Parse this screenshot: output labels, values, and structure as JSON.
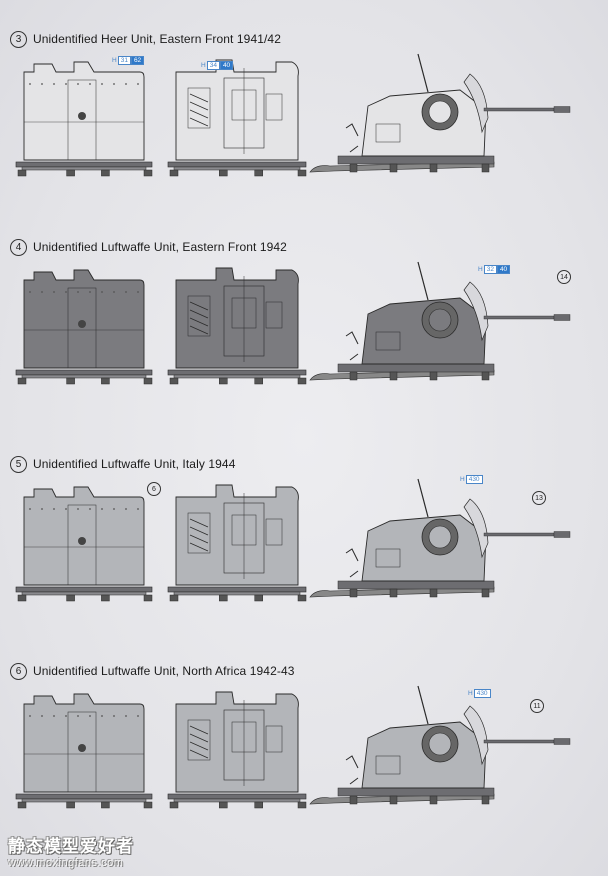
{
  "sections": [
    {
      "number": "3",
      "title": "Unidentified Heer Unit, Eastern Front 1941/42",
      "scheme": "sand",
      "tags": [
        {
          "h": "H",
          "code_a": "31",
          "code_b": "62"
        },
        {
          "h": "H",
          "code_a": "34",
          "code_b": "40"
        }
      ],
      "callouts": []
    },
    {
      "number": "4",
      "title": "Unidentified Luftwaffe Unit, Eastern Front 1942",
      "scheme": "grey",
      "tags": [
        {
          "h": "H",
          "code_a": "32",
          "code_b": "40"
        }
      ],
      "callouts": [
        "14"
      ]
    },
    {
      "number": "5",
      "title": "Unidentified Luftwaffe Unit, Italy 1944",
      "scheme": "light",
      "tags": [
        {
          "h": "H",
          "code_a": "430",
          "code_b": ""
        }
      ],
      "callouts": [
        "6",
        "13"
      ]
    },
    {
      "number": "6",
      "title": "Unidentified Luftwaffe Unit, North Africa 1942-43",
      "scheme": "light",
      "tags": [
        {
          "h": "H",
          "code_a": "430",
          "code_b": ""
        }
      ],
      "callouts": [
        "11"
      ]
    }
  ],
  "colors": {
    "sand": "#e4e4e6",
    "grey": "#7b7b7f",
    "light": "#b3b5b9",
    "outline": "#2a2a2a",
    "rail": "#6d6d71"
  },
  "watermark": {
    "chinese": "静态模型爱好者",
    "url": "www.moxingfans.com"
  }
}
